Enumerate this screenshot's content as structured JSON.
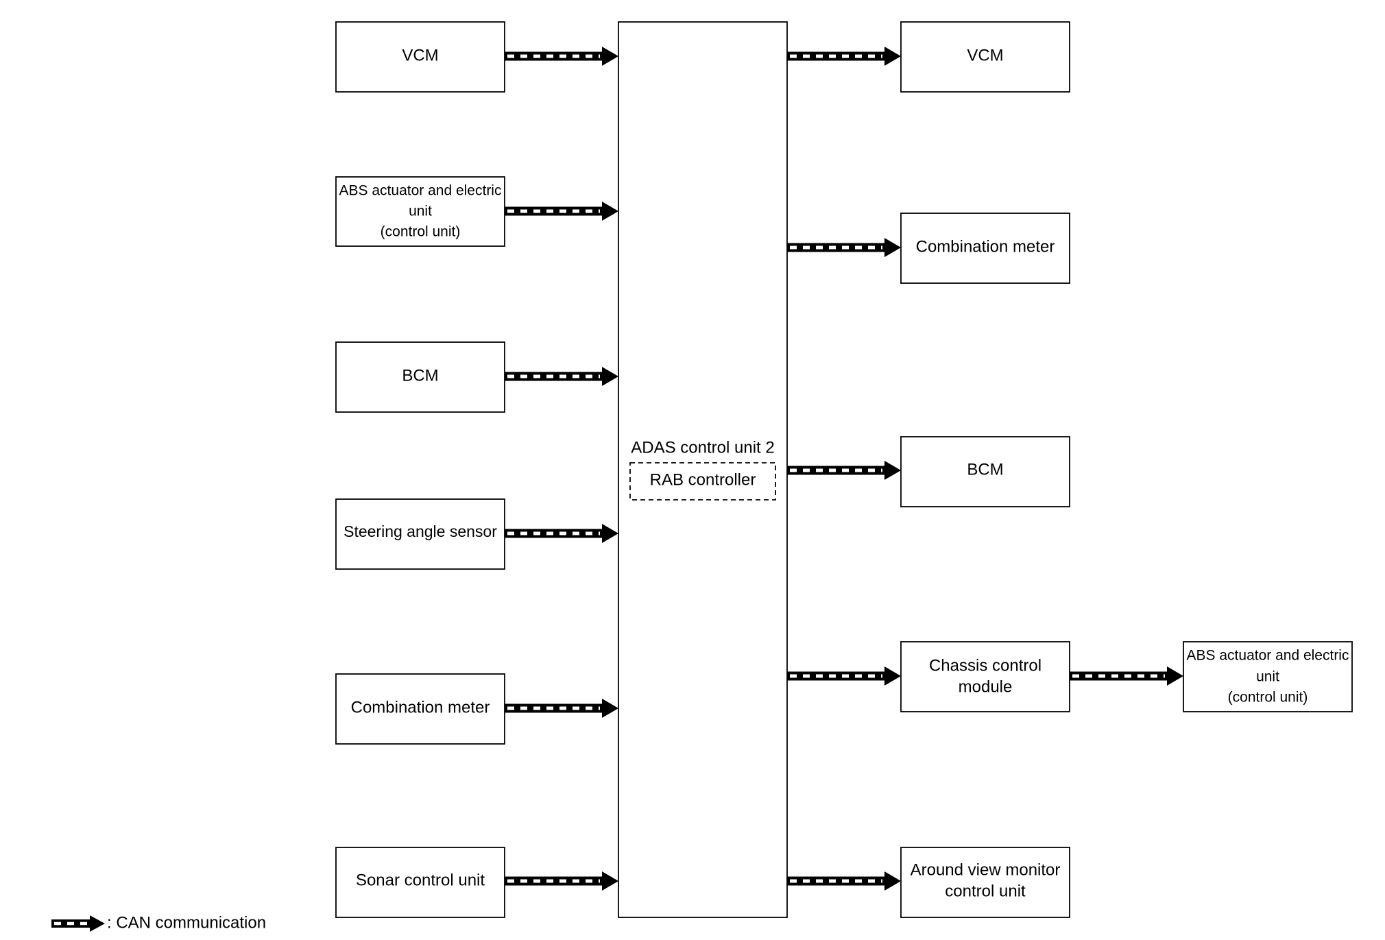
{
  "left_inputs": [
    {
      "lines": [
        "VCM"
      ]
    },
    {
      "lines": [
        "ABS actuator and electric",
        "unit",
        "(control unit)"
      ]
    },
    {
      "lines": [
        "BCM"
      ]
    },
    {
      "lines": [
        "Steering angle sensor"
      ]
    },
    {
      "lines": [
        "Combination meter"
      ]
    },
    {
      "lines": [
        "Sonar control unit"
      ]
    }
  ],
  "center": {
    "title": "ADAS control unit 2",
    "sub": "RAB controller"
  },
  "right_outputs": [
    {
      "lines": [
        "VCM"
      ]
    },
    {
      "lines": [
        "Combination meter"
      ]
    },
    {
      "lines": [
        "BCM"
      ]
    },
    {
      "lines": [
        "Chassis control",
        "module"
      ]
    },
    {
      "lines": [
        "Around view monitor",
        "control unit"
      ]
    }
  ],
  "far_right": {
    "lines": [
      "ABS actuator and electric",
      "unit",
      "(control unit)"
    ]
  },
  "legend": {
    "label": ": CAN communication"
  }
}
